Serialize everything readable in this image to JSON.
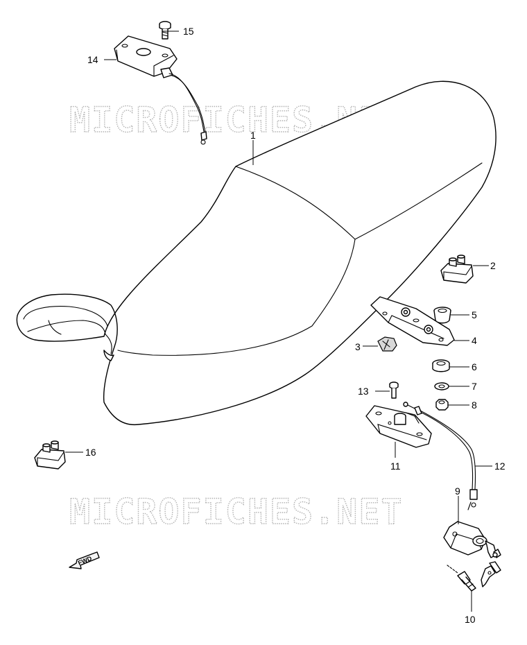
{
  "watermark": {
    "top": "MICROFICHES.NET",
    "bottom": "MICROFICHES.NET"
  },
  "direction_arrow": {
    "label": "FWD"
  },
  "callouts": [
    {
      "number": "1"
    },
    {
      "number": "2"
    },
    {
      "number": "3"
    },
    {
      "number": "4"
    },
    {
      "number": "5"
    },
    {
      "number": "6"
    },
    {
      "number": "7"
    },
    {
      "number": "8"
    },
    {
      "number": "9"
    },
    {
      "number": "10"
    },
    {
      "number": "11"
    },
    {
      "number": "12"
    },
    {
      "number": "13"
    },
    {
      "number": "14"
    },
    {
      "number": "15"
    },
    {
      "number": "16"
    }
  ]
}
